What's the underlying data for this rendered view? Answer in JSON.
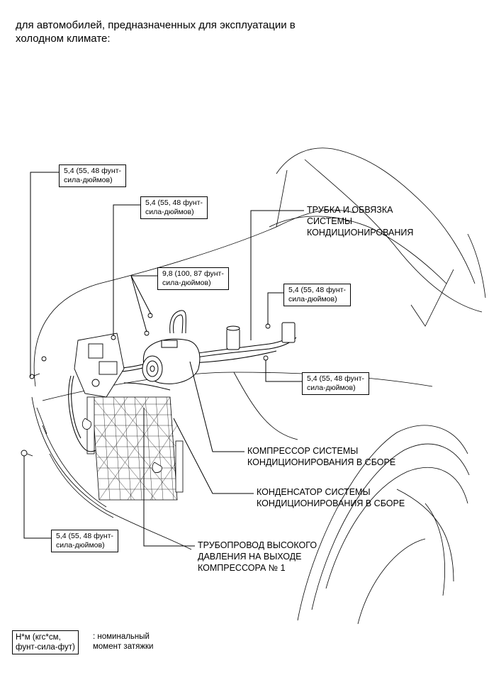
{
  "intro_text": "для автомобилей, предназначенных для эксплуатации в\nхолодном климате:",
  "torque_callouts": [
    "5,4 (55, 48 фунт-\nсила-дюймов)",
    "5,4 (55, 48 фунт-\nсила-дюймов)",
    "9,8 (100, 87 фунт-\nсила-дюймов)",
    "5,4 (55, 48 фунт-\nсила-дюймов)",
    "5,4 (55, 48 фунт-\nсила-дюймов)",
    "5,4 (55, 48 фунт-\nсила-дюймов)"
  ],
  "component_labels": [
    "ТРУБКА И ОБВЯЗКА\nСИСТЕМЫ\nКОНДИЦИОНИРОВАНИЯ",
    "КОМПРЕССОР СИСТЕМЫ\nКОНДИЦИОНИРОВАНИЯ В СБОРЕ",
    "КОНДЕНСАТОР СИСТЕМЫ\nКОНДИЦИОНИРОВАНИЯ В СБОРЕ",
    "ТРУБОПРОВОД ВЫСОКОГО\nДАВЛЕНИЯ НА ВЫХОДЕ\nКОМПРЕССОРА № 1"
  ],
  "legend": {
    "unit_box": "Н*м (кгс*см,\nфунт-сила-фут)",
    "description": ": номинальный\nмомент затяжки"
  }
}
